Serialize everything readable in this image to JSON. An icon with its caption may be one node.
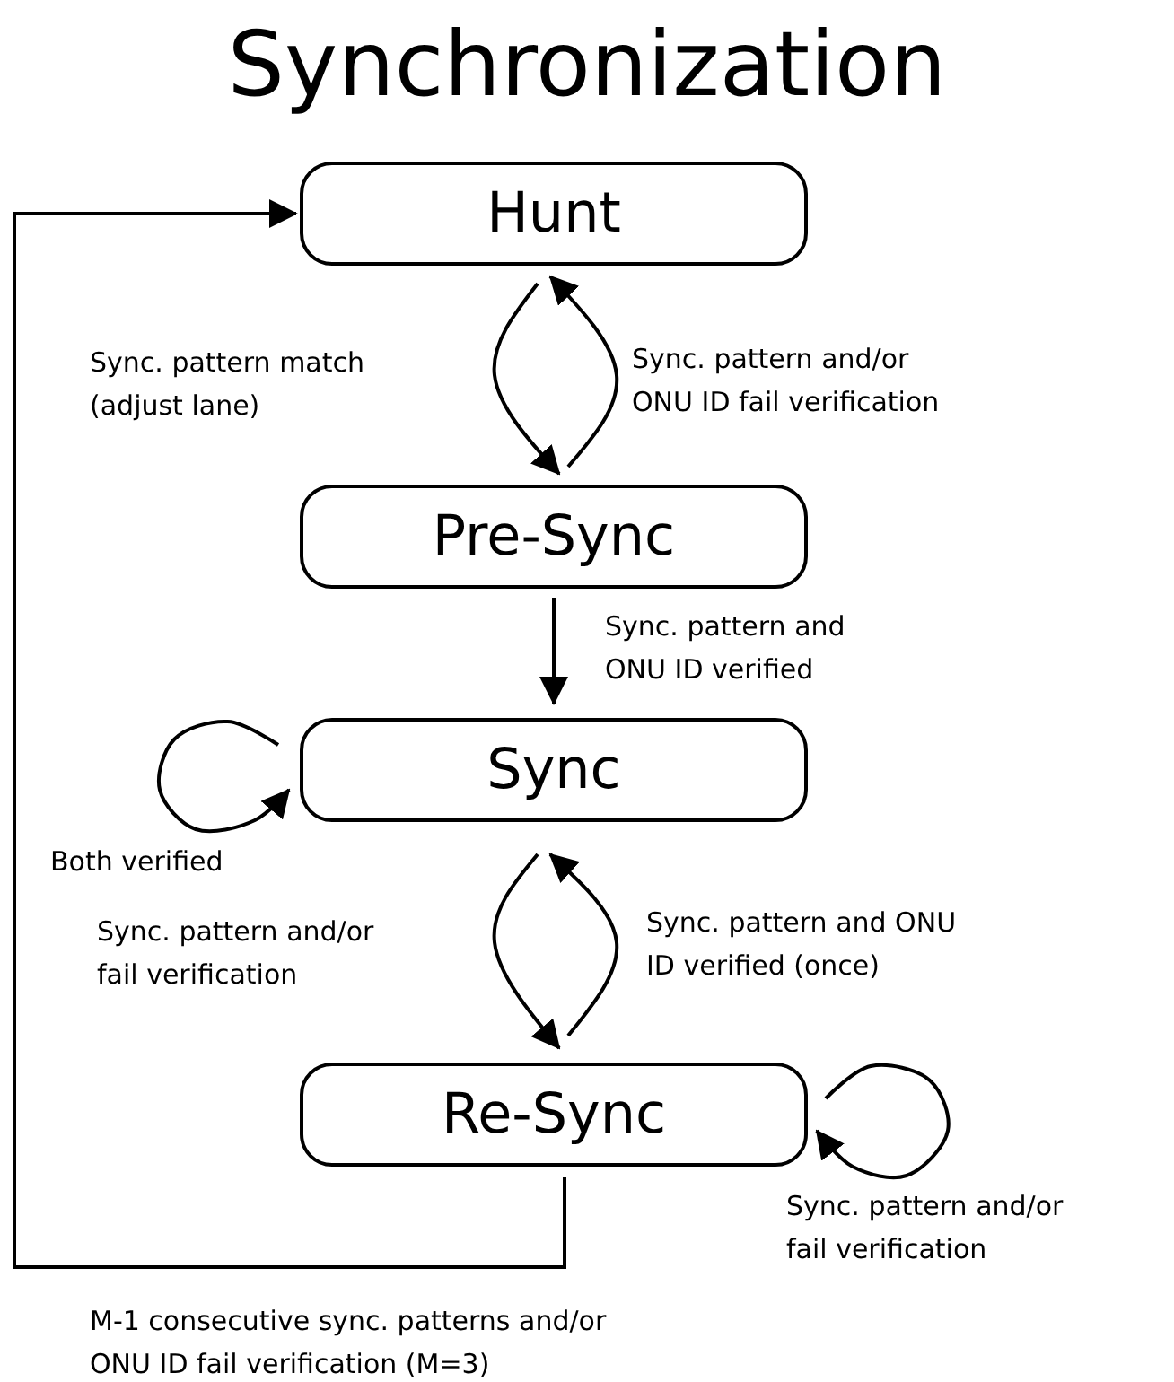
{
  "diagram": {
    "title": "Synchronization",
    "nodes": [
      {
        "text": [
          "Hunt"
        ]
      },
      {
        "text": [
          "Pre-Sync"
        ]
      },
      {
        "text": [
          "Sync"
        ]
      },
      {
        "text": [
          "Re-Sync"
        ]
      }
    ],
    "edges": [
      {
        "from": 0,
        "to": 1,
        "arrow": "to",
        "label": "Sync. pattern match (adjust lane)"
      },
      {
        "from": 1,
        "to": 0,
        "arrow": "to",
        "label": "Sync. pattern and/or ONU ID fail verification"
      },
      {
        "from": 1,
        "to": 2,
        "arrow": "to",
        "label": "Sync. pattern and ONU ID verified"
      },
      {
        "from": 2,
        "to": 2,
        "arrow": "to",
        "label": "Both verified"
      },
      {
        "from": 2,
        "to": 3,
        "arrow": "to",
        "label": "Sync. pattern and/or fail verification"
      },
      {
        "from": 3,
        "to": 2,
        "arrow": "to",
        "label": "Sync. pattern and ONU ID verified (once)"
      },
      {
        "from": 3,
        "to": 3,
        "arrow": "to",
        "label": "Sync. pattern and/or fail verification"
      },
      {
        "from": 3,
        "to": 0,
        "arrow": "to",
        "label": "M-1 consecutive sync. patterns and/or ONU ID fail verification (M=3)"
      }
    ]
  }
}
